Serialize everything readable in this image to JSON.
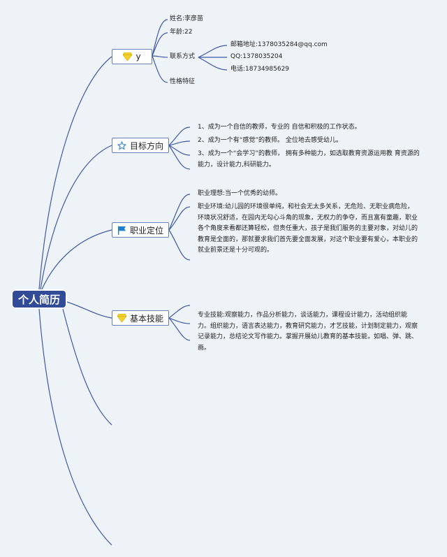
{
  "root": {
    "label": "个人简历"
  },
  "topics": {
    "personal": {
      "label": "y"
    },
    "goals": {
      "label": "目标方向"
    },
    "career": {
      "label": "职业定位"
    },
    "skills": {
      "label": "基本技能"
    }
  },
  "personal": {
    "name": "姓名:李彦苗",
    "age": "年龄:22",
    "contact_label": "联系方式",
    "contacts": [
      "邮箱地址:1378035284@qq.com",
      "QQ:1378035204",
      "电话:18734985629"
    ],
    "traits_label": "性格特征"
  },
  "goals": {
    "items": [
      "1、成为一个自信的教师，专业的 自信和积极的工作状态。",
      "2、成为一个有“感觉”的教师。 全位地去感受幼儿。",
      "3、成为一个“会学习”的教师， 拥有多种能力，如选取教育资源运用教 育资源的能力，设计能力,科研能力。"
    ]
  },
  "career": {
    "ideal": "职业理想:当一个优秀的幼师。",
    "environment": "职业环境:幼儿园的环境很单纯，和社会无太多关系，无危险、无职业病危险，环境状况舒适，在园内无勾心斗角的现象，无权力的争夺，而且富有童趣，职业各个角度来看都还算轻松，但责任重大，孩子是我们服务的主要对象，对幼儿的教育是全面的，那就要求我们首先要全面发展，对这个职业要有爱心，本职业的就业前景还是十分可观的。"
  },
  "skills": {
    "text": "专业技能:观察能力，作品分析能力，谈话能力，课程设计能力，活动组织能力。组织能力，语言表达能力，教育研究能力，才艺技能，计划制定能力，观察记录能力，总结论文写作能力。掌握开展幼儿教育的基本技能，如唱、弹、跳、画。"
  },
  "colors": {
    "line": "#3f58a8",
    "root_bg": "#324b97",
    "topic_border": "#6a7fb5",
    "diamond": "#f5d12b",
    "star": "#2f7fd6",
    "flag": "#1e7fd0"
  },
  "icons": {
    "personal": "diamond-icon",
    "goals": "star-icon",
    "career": "flag-icon",
    "skills": "diamond-icon"
  }
}
